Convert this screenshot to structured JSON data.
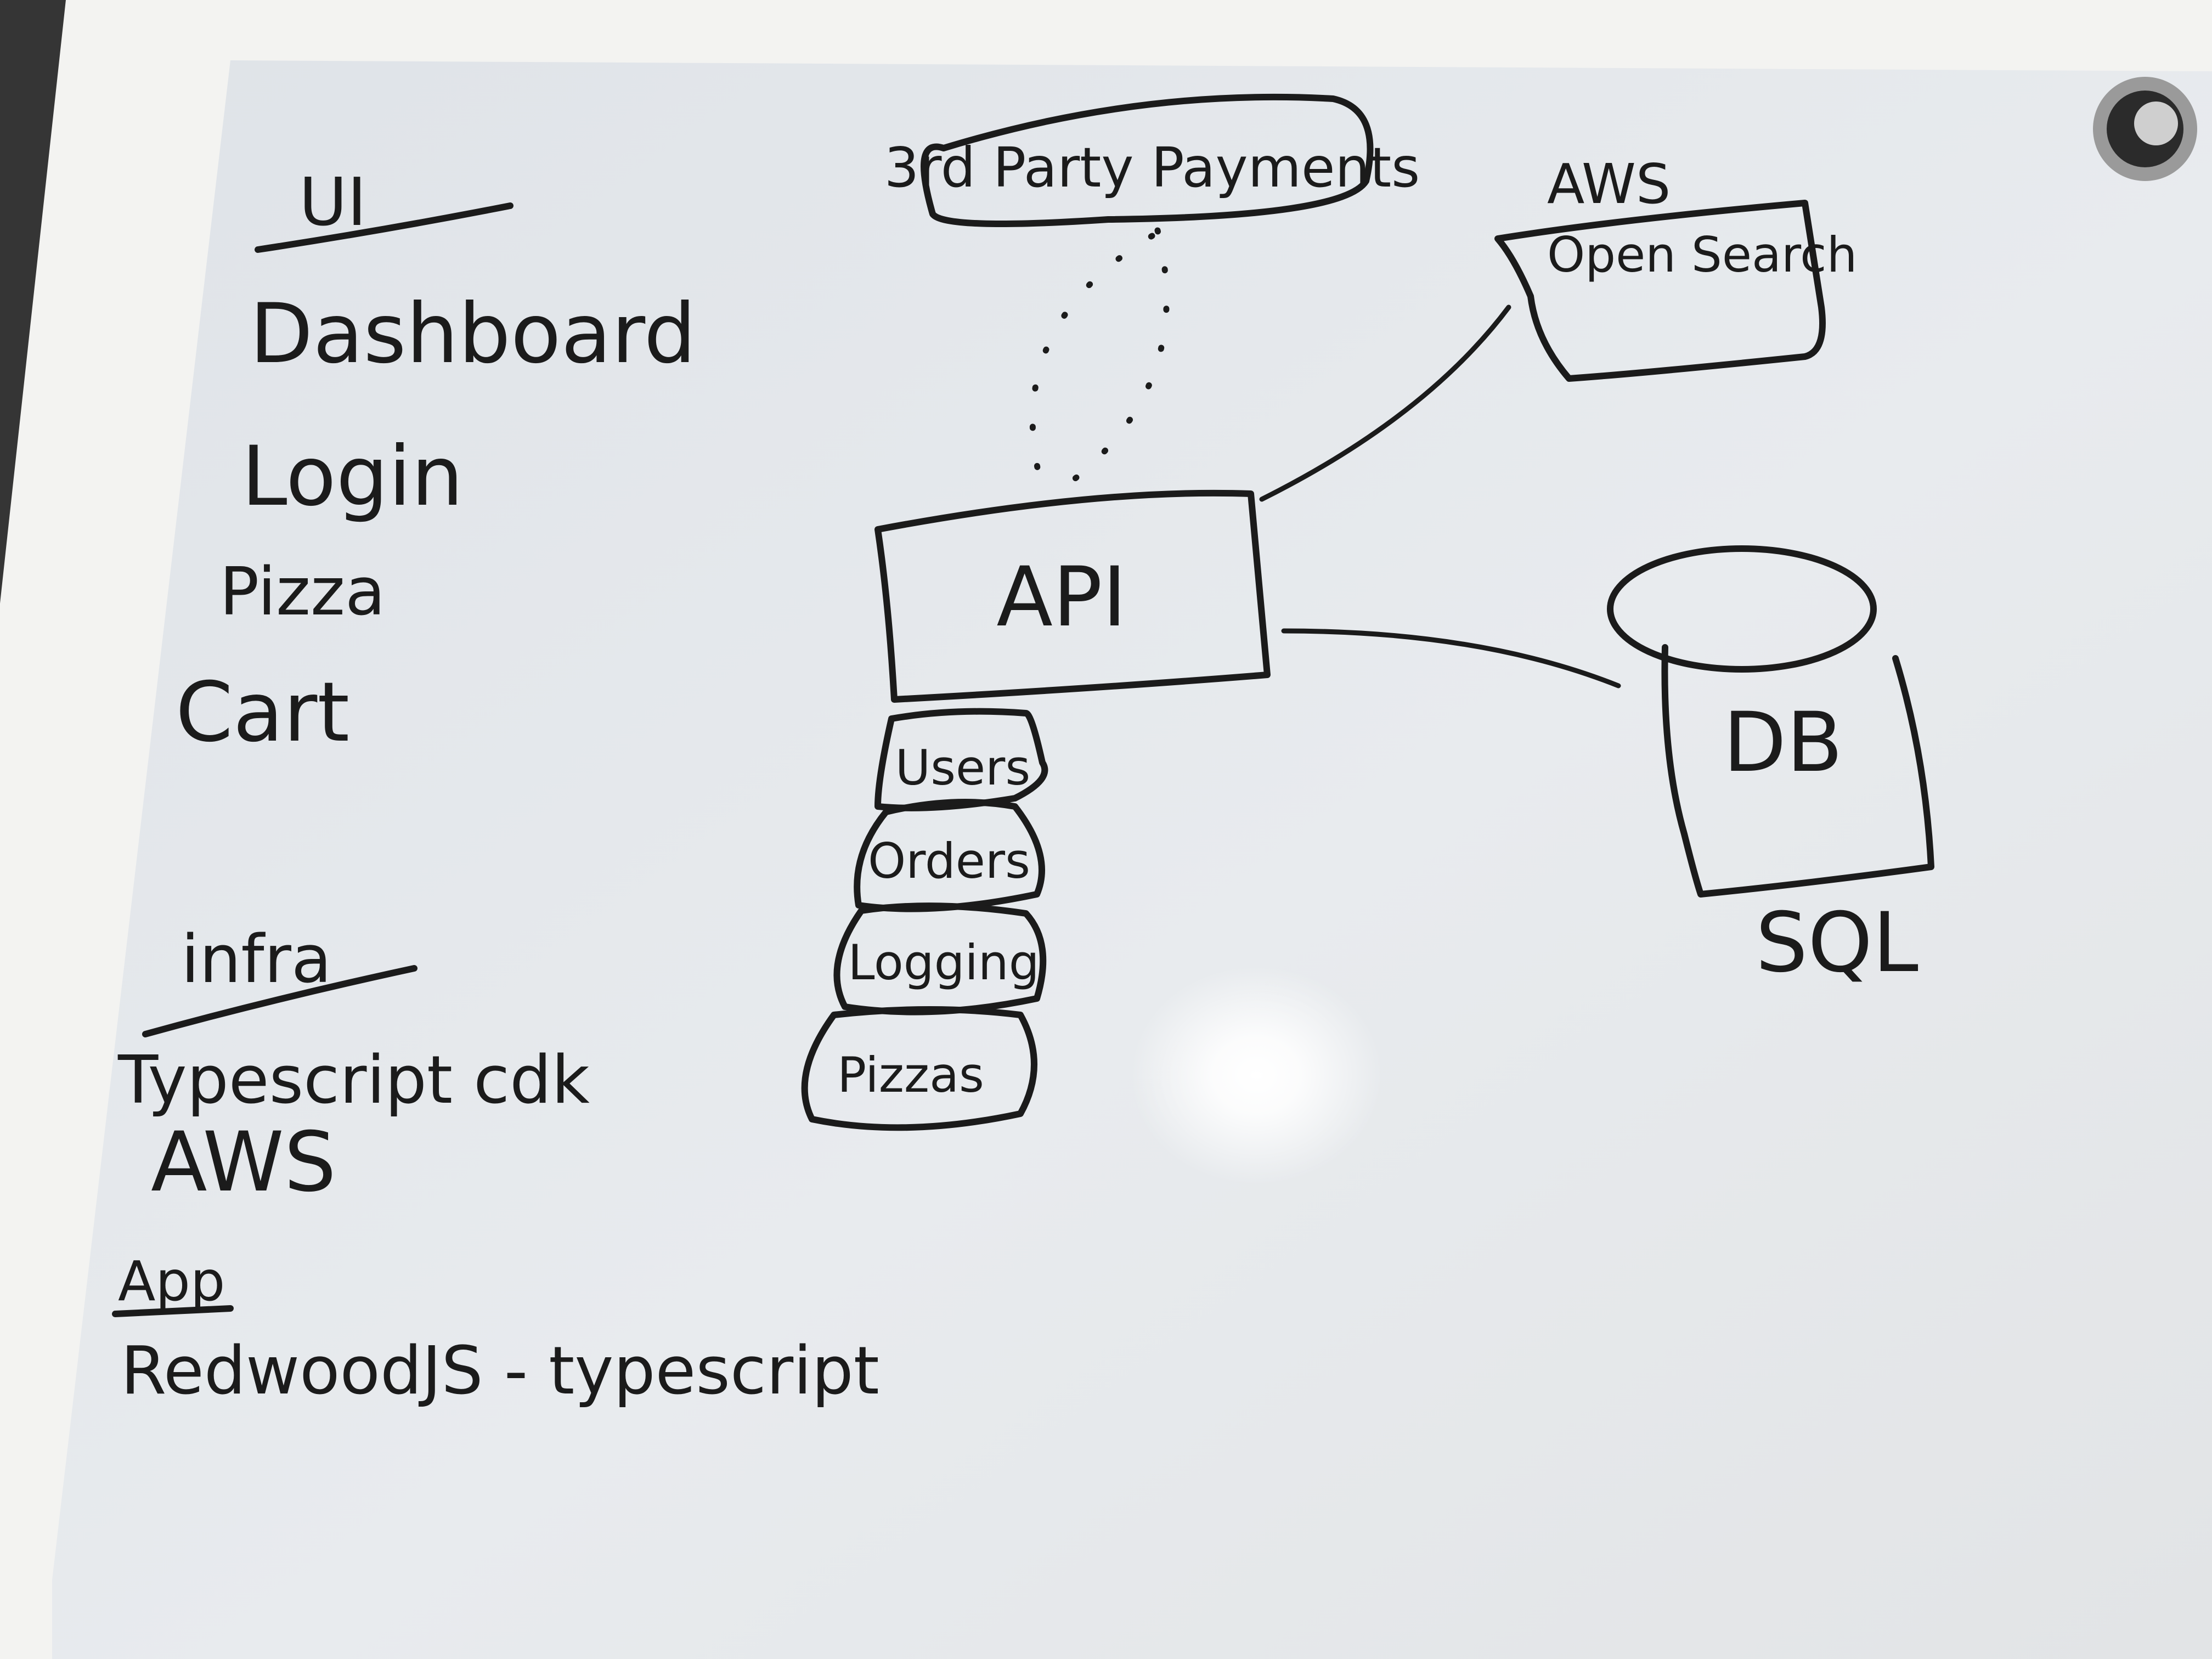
{
  "board": {
    "ui_section": {
      "heading": "UI",
      "items": [
        "Dashboard",
        "Login",
        "Pizza",
        "Cart"
      ]
    },
    "infra_section": {
      "heading": "infra",
      "lines": [
        "Typescript cdk",
        "AWS"
      ]
    },
    "app_section": {
      "heading": "App",
      "line": "RedwoodJS - typescript"
    },
    "diagram": {
      "payments": "3rd Party Payments",
      "aws_label": "AWS",
      "search": "Open Search",
      "api": "API",
      "services": [
        "Users",
        "Orders",
        "Logging",
        "Pizzas"
      ],
      "db": "DB",
      "db_type": "SQL"
    }
  },
  "colors": {
    "ink": "#1b1b1b",
    "board": "#e6e9ed",
    "frame": "#f4f4f2"
  }
}
